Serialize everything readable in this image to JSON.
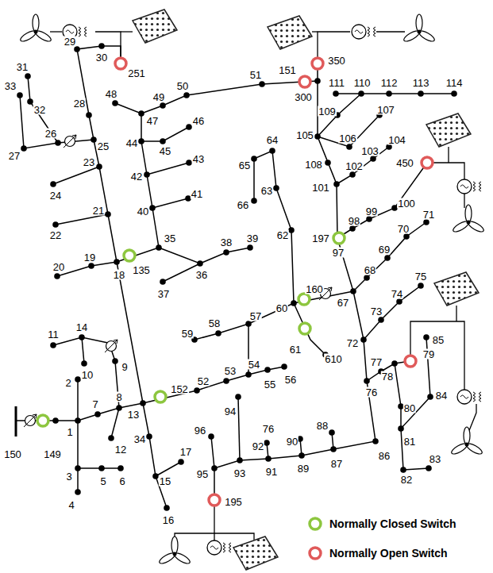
{
  "diagram": {
    "labels": [
      "150",
      "149",
      "1",
      "2",
      "3",
      "4",
      "5",
      "6",
      "7",
      "8",
      "12",
      "9",
      "11",
      "14",
      "10",
      "13",
      "152",
      "52",
      "53",
      "54",
      "55",
      "56",
      "34",
      "15",
      "16",
      "17",
      "57",
      "58",
      "59",
      "60",
      "160",
      "67",
      "61",
      "610",
      "62",
      "63",
      "64",
      "65",
      "66",
      "197",
      "97",
      "98",
      "99",
      "100",
      "450",
      "101",
      "102",
      "103",
      "104",
      "108",
      "105",
      "106",
      "107",
      "109",
      "111",
      "110",
      "112",
      "113",
      "114",
      "151",
      "300",
      "350",
      "51",
      "50",
      "49",
      "47",
      "48",
      "46",
      "45",
      "44",
      "43",
      "42",
      "41",
      "40",
      "35",
      "36",
      "37",
      "38",
      "39",
      "18",
      "135",
      "19",
      "20",
      "21",
      "22",
      "23",
      "24",
      "25",
      "26",
      "27",
      "28",
      "29",
      "30",
      "31",
      "32",
      "33",
      "251",
      "95",
      "195",
      "96",
      "94",
      "93",
      "92",
      "76",
      "91",
      "90",
      "89",
      "88",
      "87",
      "86",
      "76",
      "77",
      "78",
      "79",
      "80",
      "81",
      "82",
      "83",
      "84",
      "85",
      "72",
      "73",
      "74",
      "75",
      "68",
      "69",
      "70",
      "71"
    ],
    "legend": [
      {
        "text": "Normally Closed Switch",
        "color": "#8dc63f"
      },
      {
        "text": "Normally Open Switch",
        "color": "#e05a5a"
      }
    ]
  }
}
